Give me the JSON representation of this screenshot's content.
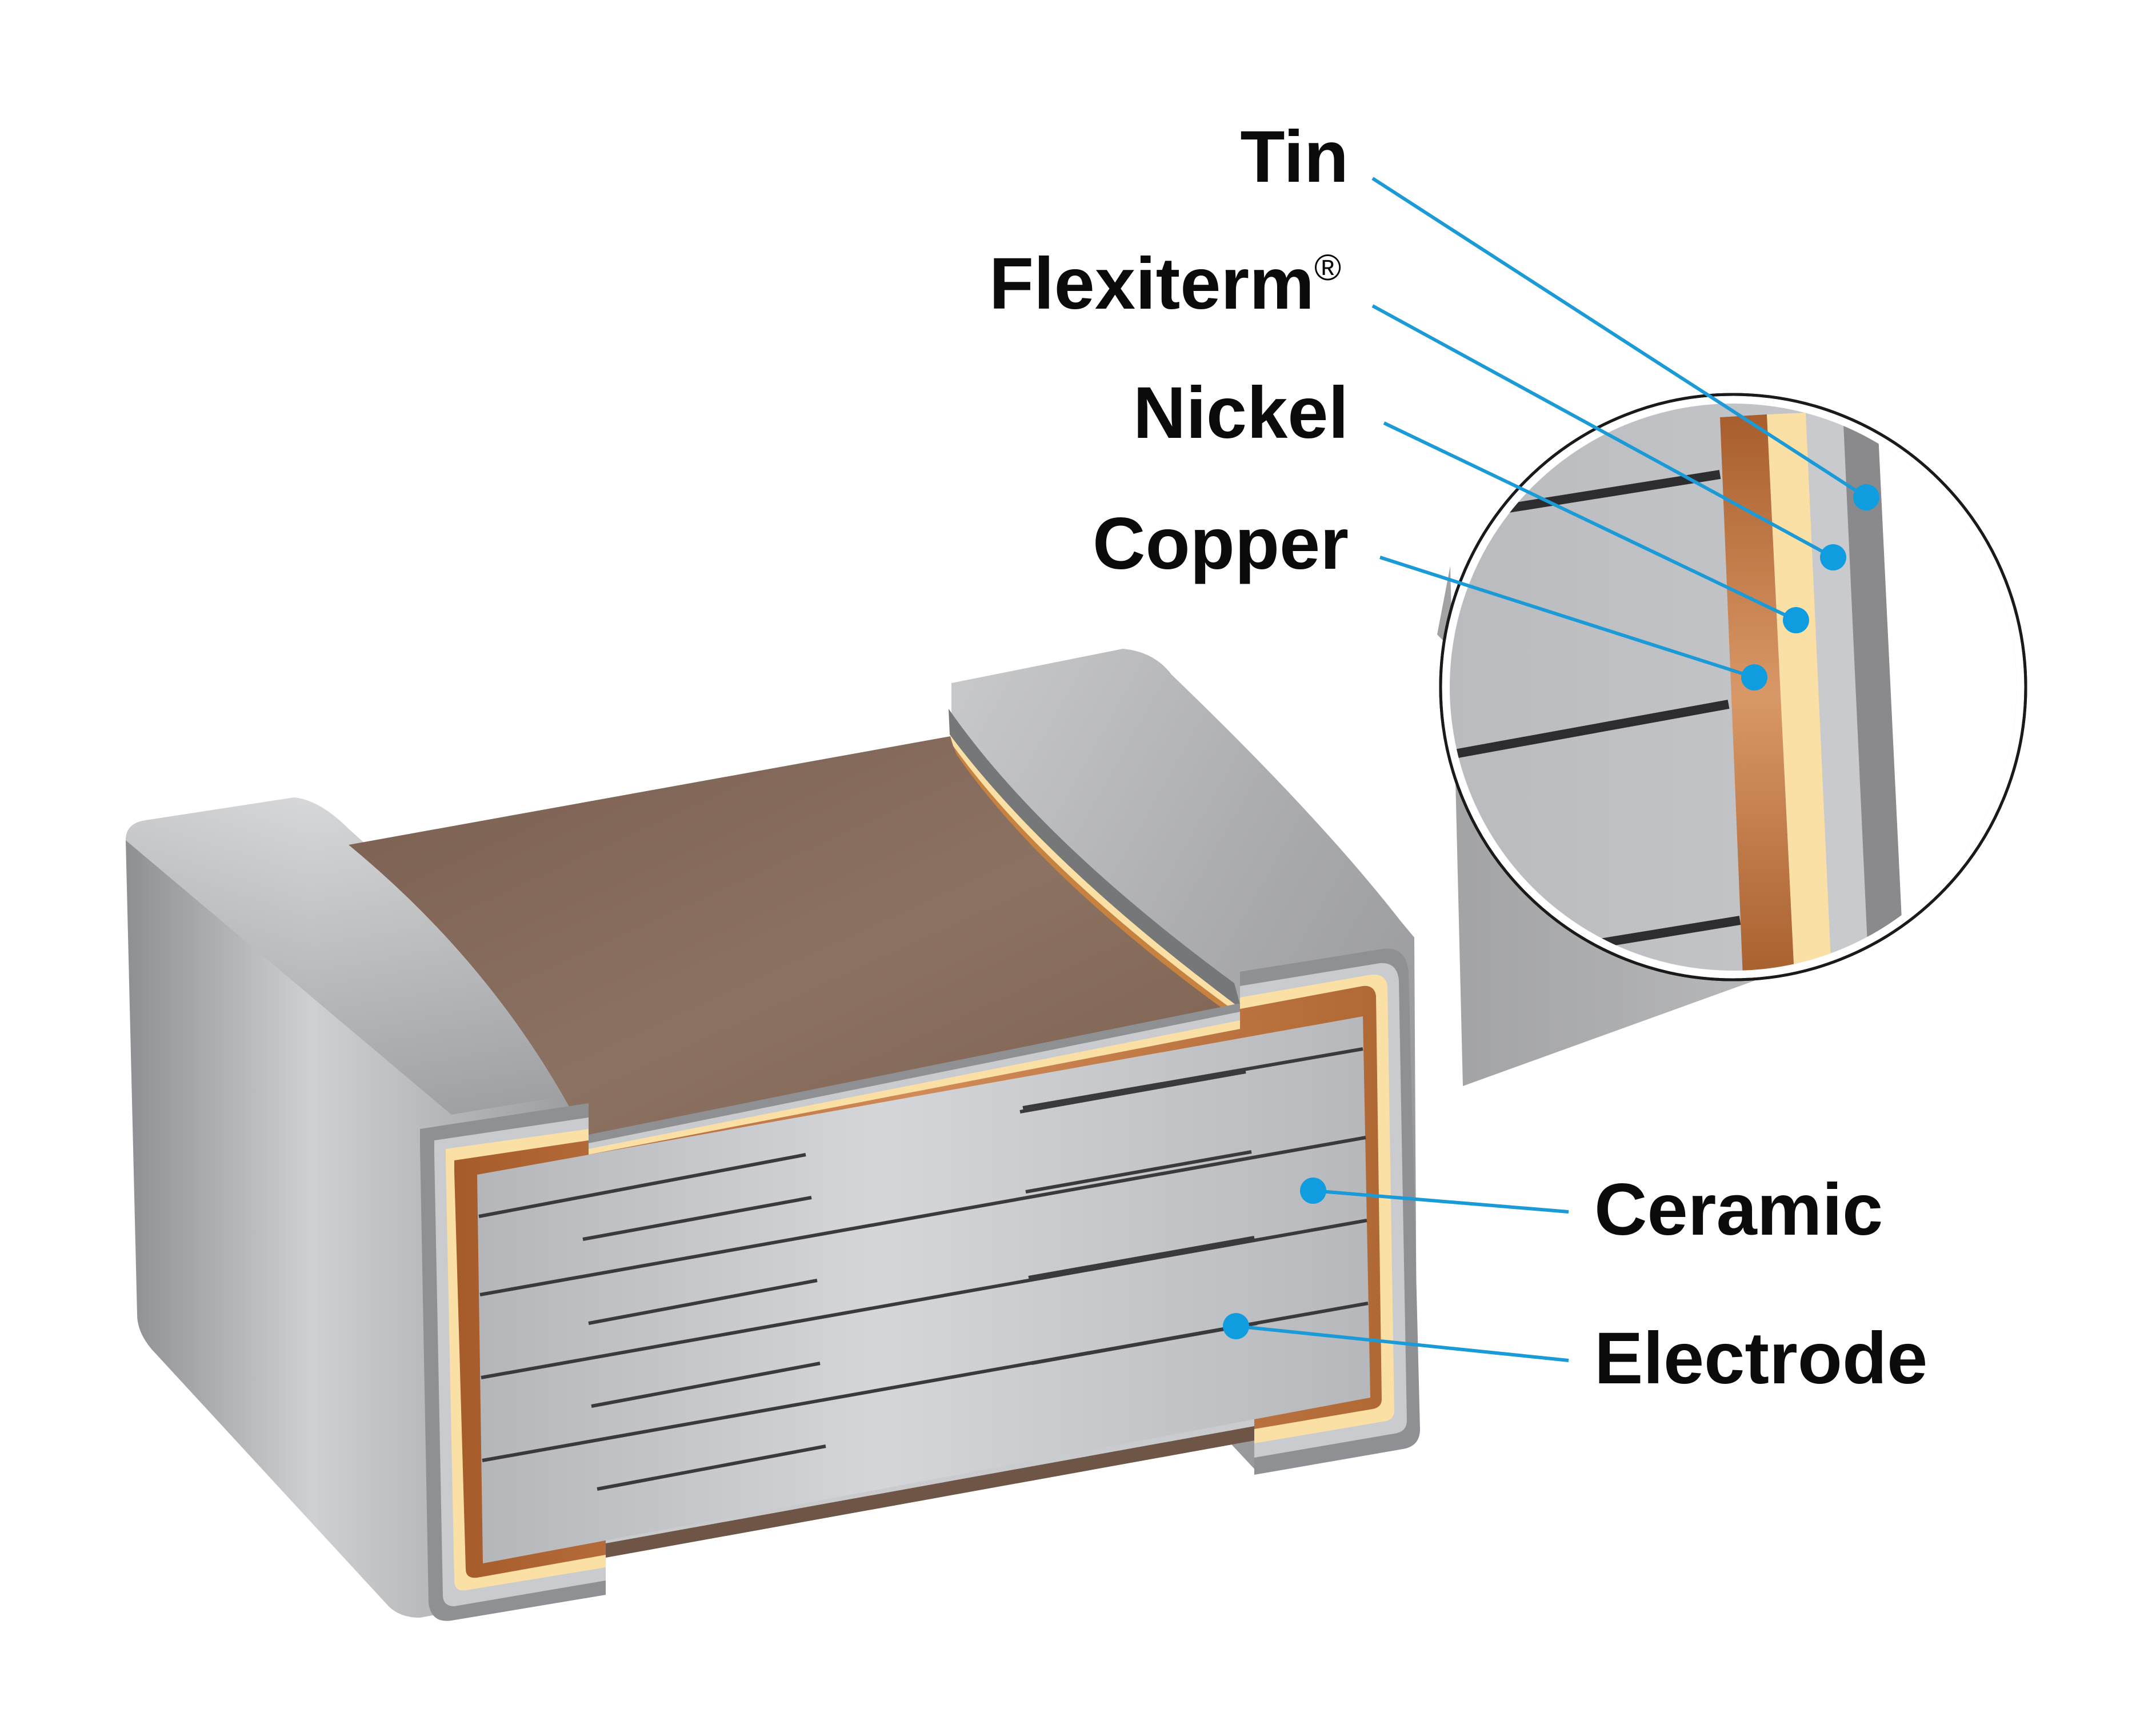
{
  "labels": {
    "tin": "Tin",
    "flexiterm": "Flexiterm",
    "flexiterm_mark": "®",
    "nickel": "Nickel",
    "copper": "Copper",
    "ceramic": "Ceramic",
    "electrode": "Electrode"
  },
  "colors": {
    "leader": "#1a9ad6",
    "marker": "#0f9de0",
    "ceramic_body": "#8a6e5e",
    "tin": "#8a8a8a",
    "nickel": "#c4c6c9",
    "flexiterm": "#fbe0a6",
    "copper": "#c77f4c",
    "electrode": "#3a3a3c"
  }
}
